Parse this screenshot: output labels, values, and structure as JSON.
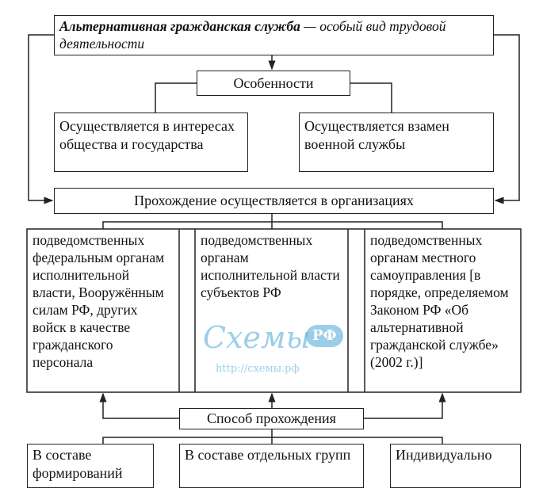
{
  "title": "Альтернативная гражданская служба — особый вид трудовой деятельности",
  "title_parts": {
    "bold": "Альтернативная гражданская служба",
    "rest": " — особый вид трудовой деятельности"
  },
  "features": {
    "label": "Особенности",
    "items": [
      "Осуществляется в интересах общества и государства",
      "Осуществляется взамен военной службы"
    ]
  },
  "organizations": {
    "label": "Прохождение осуществляется в организациях",
    "columns": [
      "подведомственных федеральным органам исполнительной власти, Вооружённым силам РФ, других войск в качестве гражданского персонала",
      "подведомственных органам исполнительной власти субъектов РФ",
      "подведомственных органам местного самоуправления [в порядке, определяемом Законом РФ «Об альтернативной гражданской службе» (2002 г.)]"
    ]
  },
  "method": {
    "label": "Способ прохождения",
    "items": [
      "В составе формирований",
      "В составе отдельных групп",
      "Индивидуально"
    ]
  },
  "watermark": {
    "text": "Схемы",
    "suffix": "РФ",
    "url": "http://схемы.рф"
  }
}
